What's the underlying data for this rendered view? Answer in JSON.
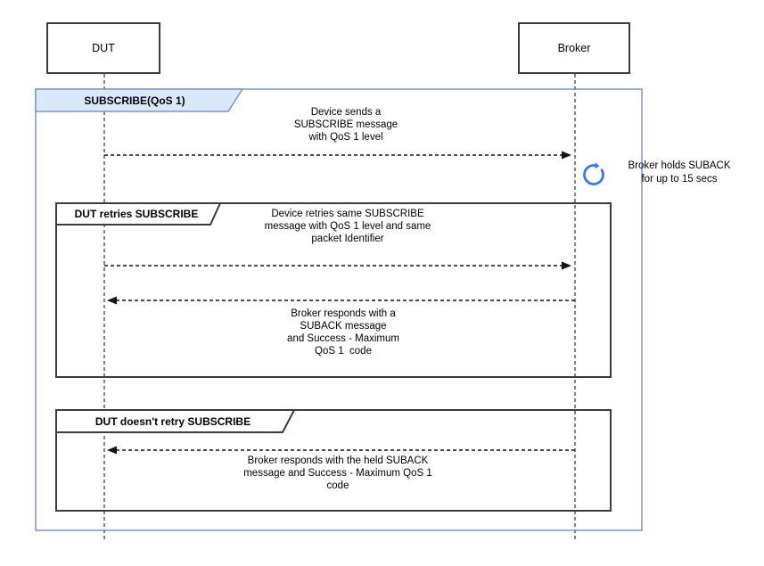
{
  "diagram": {
    "actors": [
      {
        "name": "DUT"
      },
      {
        "name": "Broker"
      }
    ],
    "frames": {
      "outer": {
        "label": "SUBSCRIBE(QoS 1)"
      },
      "retry": {
        "label": "DUT retries SUBSCRIBE"
      },
      "no_retry": {
        "label": "DUT doesn't retry SUBSCRIBE"
      }
    },
    "messages": {
      "subscribe": {
        "text": "Device sends a\nSUBSCRIBE message\nwith QoS 1 level"
      },
      "retry_subscribe": {
        "text": "Device retries same SUBSCRIBE\nmessage with QoS 1 level and same\npacket Identifier"
      },
      "suback": {
        "text": "Broker responds with a\nSUBACK message\nand Success - Maximum\nQoS 1  code"
      },
      "held_suback": {
        "text": "Broker responds with the held SUBACK\nmessage and Success - Maximum QoS 1\ncode"
      }
    },
    "note": {
      "text": "Broker holds SUBACK\nfor up to 15 secs"
    },
    "colors": {
      "frame_fill": "#dae8fc",
      "frame_stroke": "#7c94c6",
      "inner_stroke": "#3b3b3b",
      "icon_blue": "#3b76ef",
      "arrow_color": "#141414"
    }
  }
}
